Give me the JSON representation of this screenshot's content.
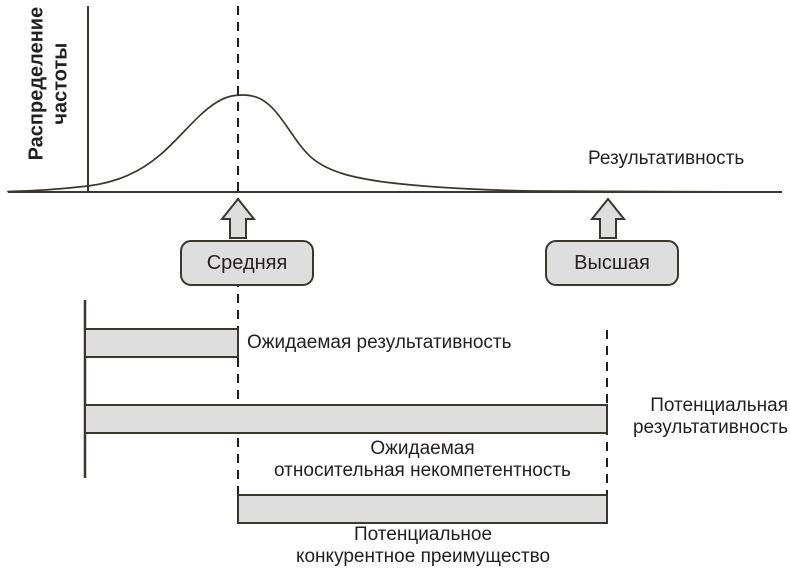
{
  "figure": {
    "type": "conceptual-diagram",
    "background_color": "#ffffff",
    "ink_color": "#3b362e",
    "fill_color": "#dedede"
  },
  "chart_data": {
    "type": "line",
    "title": "",
    "xlabel": "Результативность",
    "ylabel": "Распределение частоты",
    "grid": false,
    "legend": "none",
    "series": [
      {
        "name": "Распределение частоты результативности",
        "description": "right-skewed frequency distribution curve",
        "points": [
          {
            "x": 0,
            "y": 0
          },
          {
            "x": 10,
            "y": 1
          },
          {
            "x": 18,
            "y": 4
          },
          {
            "x": 24,
            "y": 12
          },
          {
            "x": 29,
            "y": 35
          },
          {
            "x": 33,
            "y": 72
          },
          {
            "x": 37,
            "y": 94
          },
          {
            "x": 42,
            "y": 100
          },
          {
            "x": 48,
            "y": 99
          },
          {
            "x": 54,
            "y": 86
          },
          {
            "x": 60,
            "y": 63
          },
          {
            "x": 68,
            "y": 44
          },
          {
            "x": 78,
            "y": 29
          },
          {
            "x": 88,
            "y": 18
          },
          {
            "x": 100,
            "y": 8
          },
          {
            "x": 112,
            "y": 2
          },
          {
            "x": 120,
            "y": 0
          }
        ]
      }
    ],
    "annotations": [
      {
        "label": "Средняя",
        "x_position": 42,
        "kind": "arrow-marker"
      },
      {
        "label": "Высшая",
        "x_position": 90,
        "kind": "arrow-marker"
      }
    ]
  },
  "axis": {
    "y_label": "Распределение\nчастоты",
    "y_label_lines": [
      "Распределение",
      "частоты"
    ],
    "x_label": "Результативность"
  },
  "markers": [
    {
      "id": "mid",
      "label": "Средняя"
    },
    {
      "id": "high",
      "label": "Высшая"
    }
  ],
  "bars": [
    {
      "id": "expected-performance",
      "caption": "Ожидаемая результативность",
      "caption_lines": [
        "Ожидаемая результативность"
      ],
      "caption_align": "left"
    },
    {
      "id": "potential-performance",
      "caption": "Потенциальная результативность",
      "caption_lines": [
        "Потенциальная",
        "результативность"
      ],
      "caption_align": "right"
    },
    {
      "id": "relative-incompetence",
      "caption": "Ожидаемая относительная некомпетентность",
      "caption_lines": [
        "Ожидаемая",
        "относительная некомпетентность"
      ],
      "caption_align": "center"
    },
    {
      "id": "competitive-advantage",
      "caption": "Потенциальное конкурентное преимущество",
      "caption_lines": [
        "Потенциальное",
        "конкурентное преимущество"
      ],
      "caption_align": "center"
    }
  ]
}
